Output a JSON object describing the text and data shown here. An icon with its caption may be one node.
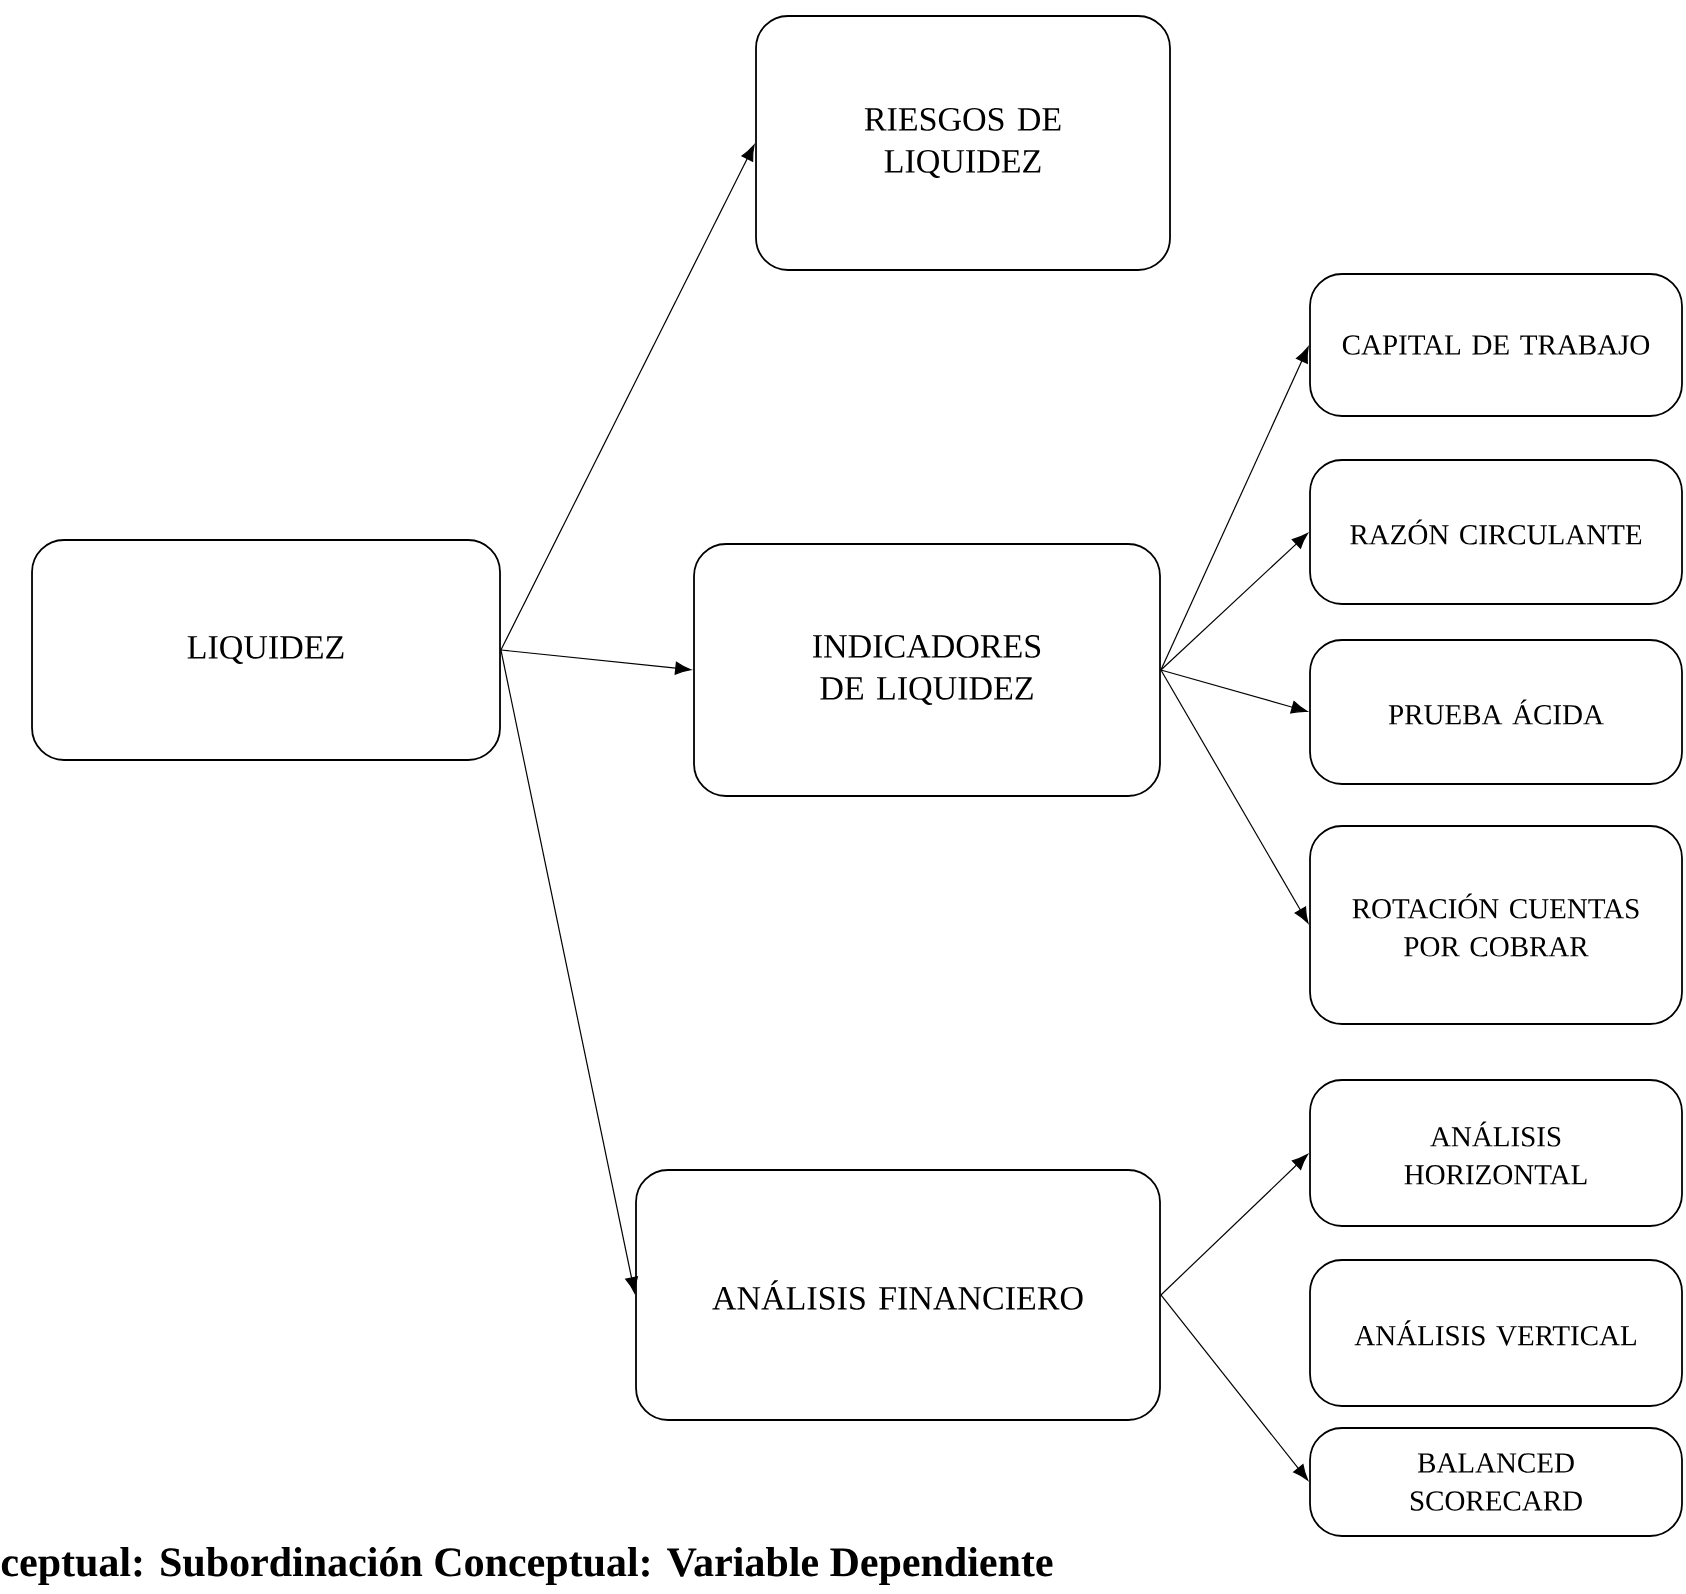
{
  "diagram": {
    "caption": "ceptual: Subordinación Conceptual: Variable Dependiente",
    "nodes": [
      {
        "text": [
          "LIQUIDEZ"
        ]
      },
      {
        "text": [
          "RIESGOS DE LIQUIDEZ"
        ]
      },
      {
        "text": [
          "INDICADORES DE LIQUIDEZ"
        ]
      },
      {
        "text": [
          "CAPITAL DE TRABAJO"
        ]
      },
      {
        "text": [
          "RAZÓN CIRCULANTE"
        ]
      },
      {
        "text": [
          "PRUEBA ÁCIDA"
        ]
      },
      {
        "text": [
          "ROTACIÓN CUENTAS POR COBRAR"
        ]
      },
      {
        "text": [
          "ANÁLISIS FINANCIERO"
        ]
      },
      {
        "text": [
          "ANÁLISIS HORIZONTAL"
        ]
      },
      {
        "text": [
          "ANÁLISIS VERTICAL"
        ]
      },
      {
        "text": [
          "BALANCED SCORECARD"
        ]
      }
    ],
    "edges": [
      {
        "from": 0,
        "to": 1,
        "arrow": "to"
      },
      {
        "from": 0,
        "to": 2,
        "arrow": "to"
      },
      {
        "from": 0,
        "to": 7,
        "arrow": "to"
      },
      {
        "from": 2,
        "to": 3,
        "arrow": "to"
      },
      {
        "from": 2,
        "to": 4,
        "arrow": "to"
      },
      {
        "from": 2,
        "to": 5,
        "arrow": "to"
      },
      {
        "from": 2,
        "to": 6,
        "arrow": "to"
      },
      {
        "from": 7,
        "to": 8,
        "arrow": "to"
      },
      {
        "from": 7,
        "to": 10,
        "arrow": "to"
      }
    ]
  }
}
